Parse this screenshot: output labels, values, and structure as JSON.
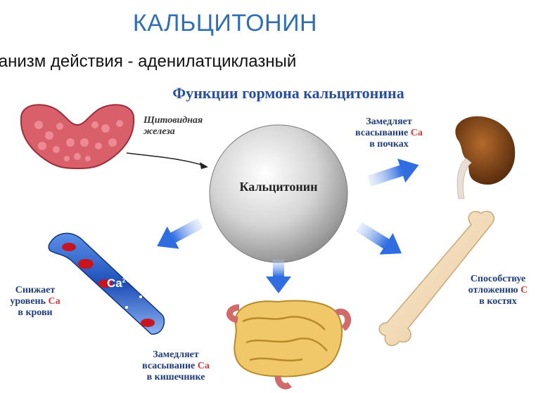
{
  "slide": {
    "title": "КАЛЬЦИТОНИН",
    "subtitle": "ханизм действия - аденилатциклазный"
  },
  "figure": {
    "title": "Функции гормона кальцитонина",
    "center": "Кальцитонин",
    "thyroid": {
      "line1": "Щитовидная",
      "line2": "железа"
    },
    "kidney": {
      "line1": "Замедляет",
      "line2_pre": "всасывание ",
      "line2_ca": "Ca",
      "line3": "в почках"
    },
    "blood": {
      "line1": "Снижает",
      "line2_pre": "уровень ",
      "line2_ca": "Ca",
      "line3": "в крови"
    },
    "intestine": {
      "line1": "Замедляет",
      "line2_pre": "всасывание ",
      "line2_ca": "Ca",
      "line3": "в кишечнике"
    },
    "bone": {
      "line1": "Способствуе",
      "line2_pre": "отложению ",
      "line2_ca": "С",
      "line3": "в костях"
    },
    "ion": {
      "symbol": "Ca",
      "charge": "2+"
    }
  },
  "colors": {
    "title": "#2f6fb5",
    "figure_title": "#2a4f9a",
    "arrow": "#2f6de0",
    "calcium_text": "#d63b3b",
    "label_text": "#1f3c7a"
  }
}
